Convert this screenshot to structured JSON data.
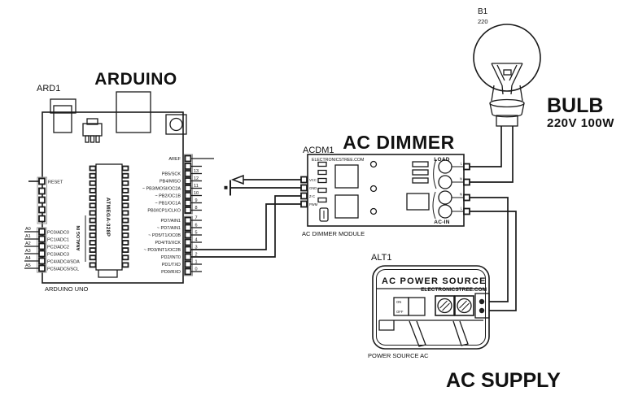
{
  "arduino": {
    "title": "ARDUINO",
    "ref": "ARD1",
    "board_label": "ARDUINO UNO",
    "chip_label": "ATMEGA-328P",
    "analog_group_label": "ANALOG IN",
    "reset_label": "RESET",
    "aref_label": "AREF",
    "left_pins": [
      {
        "pin": "A0",
        "label": "PC0/ADC0"
      },
      {
        "pin": "A1",
        "label": "PC1/ADC1"
      },
      {
        "pin": "A2",
        "label": "PC2/ADC2"
      },
      {
        "pin": "A3",
        "label": "PC3/ADC3"
      },
      {
        "pin": "A4",
        "label": "PC4/ADC4/SDA"
      },
      {
        "pin": "A5",
        "label": "PC5/ADC5/SCL"
      }
    ],
    "right_pins": [
      {
        "number": "13",
        "label": "PB5/SCK"
      },
      {
        "number": "12",
        "label": "PB4/MISO"
      },
      {
        "number": "11",
        "label": "~ PB3/MOSI/OC2A"
      },
      {
        "number": "10",
        "label": "~ PB2/OC1B"
      },
      {
        "number": "9",
        "label": "~ PB1/OC1A"
      },
      {
        "number": "8",
        "label": "PB0/ICP1/CLKO"
      },
      {
        "number": "7",
        "label": "PD7/AIN1"
      },
      {
        "number": "6",
        "label": "~ PD7/AIN1"
      },
      {
        "number": "5",
        "label": "~ PD5/T1/OC0B"
      },
      {
        "number": "4",
        "label": "PD4/T0/XCK"
      },
      {
        "number": "3",
        "label": "~ PD3/INT1/OC2B"
      },
      {
        "number": "2",
        "label": "PD2/INT0"
      },
      {
        "number": "1",
        "label": "PD1/TXD"
      },
      {
        "number": "0",
        "label": "PD0/RXD"
      }
    ]
  },
  "dimmer": {
    "title": "AC DIMMER",
    "ref": "ACDM1",
    "board_label": "AC DIMMER MODULE",
    "brand": "ELECTRONICSTREE.COM",
    "left_pins": [
      "VCC",
      "GND",
      "Z-C",
      "PWM"
    ],
    "load_label": "LOAD",
    "acin_label": "AC-IN",
    "right_pins": [
      "L",
      "N",
      "N",
      "L"
    ]
  },
  "bulb": {
    "ref": "B1",
    "value": "220",
    "title": "BULB",
    "subtitle": "220V 100W"
  },
  "supply": {
    "ref": "ALT1",
    "panel_title": "AC POWER SOURCE",
    "brand": "ELECTRONICSTREE.COM",
    "switch_on": "ON",
    "switch_off": "OFF",
    "board_label": "POWER SOURCE AC",
    "title": "AC SUPPLY"
  },
  "colors": {
    "ink": "#1a1a1a",
    "header_gray": "#9a9a9a"
  }
}
